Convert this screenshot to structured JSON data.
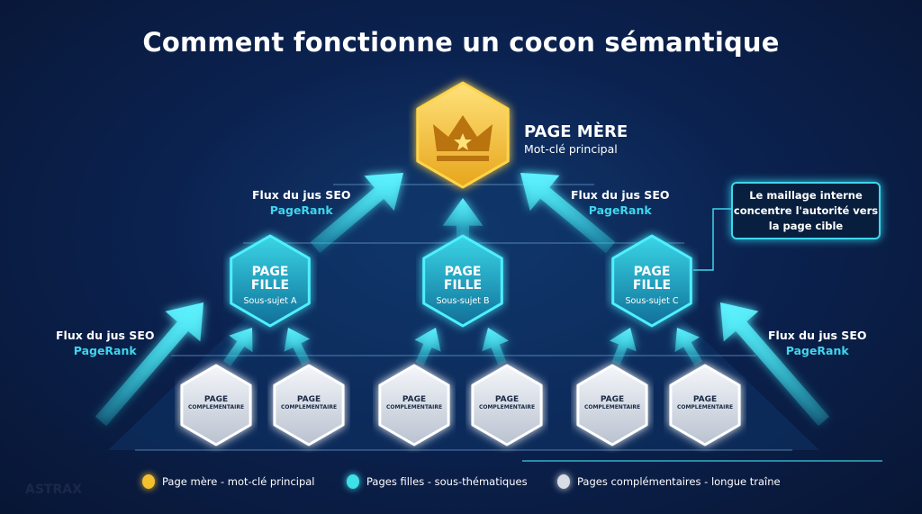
{
  "title": "Comment fonctionne un cocon sémantique",
  "mere": {
    "title": "PAGE MÈRE",
    "subtitle": "Mot-clé principal",
    "icon": "crown-icon"
  },
  "flow_label": {
    "line1": "Flux du jus SEO",
    "line2": "PageRank"
  },
  "filles": [
    {
      "line1": "PAGE",
      "line2": "FILLE",
      "sub": "Sous-sujet A"
    },
    {
      "line1": "PAGE",
      "line2": "FILLE",
      "sub": "Sous-sujet B"
    },
    {
      "line1": "PAGE",
      "line2": "FILLE",
      "sub": "Sous-sujet C"
    }
  ],
  "complementaire": {
    "line1": "PAGE",
    "line2": "COMPLEMENTAIRE"
  },
  "callout": "Le maillage interne concentre l'autorité vers la page cible",
  "legend": [
    {
      "label": "Page mère - mot-clé principal",
      "color": "#f5c030"
    },
    {
      "label": "Pages filles - sous-thématiques",
      "color": "#3fe0e8"
    },
    {
      "label": "Pages complémentaires - longue traîne",
      "color": "#d8dde6"
    }
  ],
  "watermark": "ASTRAX",
  "colors": {
    "accent": "#3fd6ec",
    "gold": "#f5c030",
    "bg": "#0b2250"
  }
}
